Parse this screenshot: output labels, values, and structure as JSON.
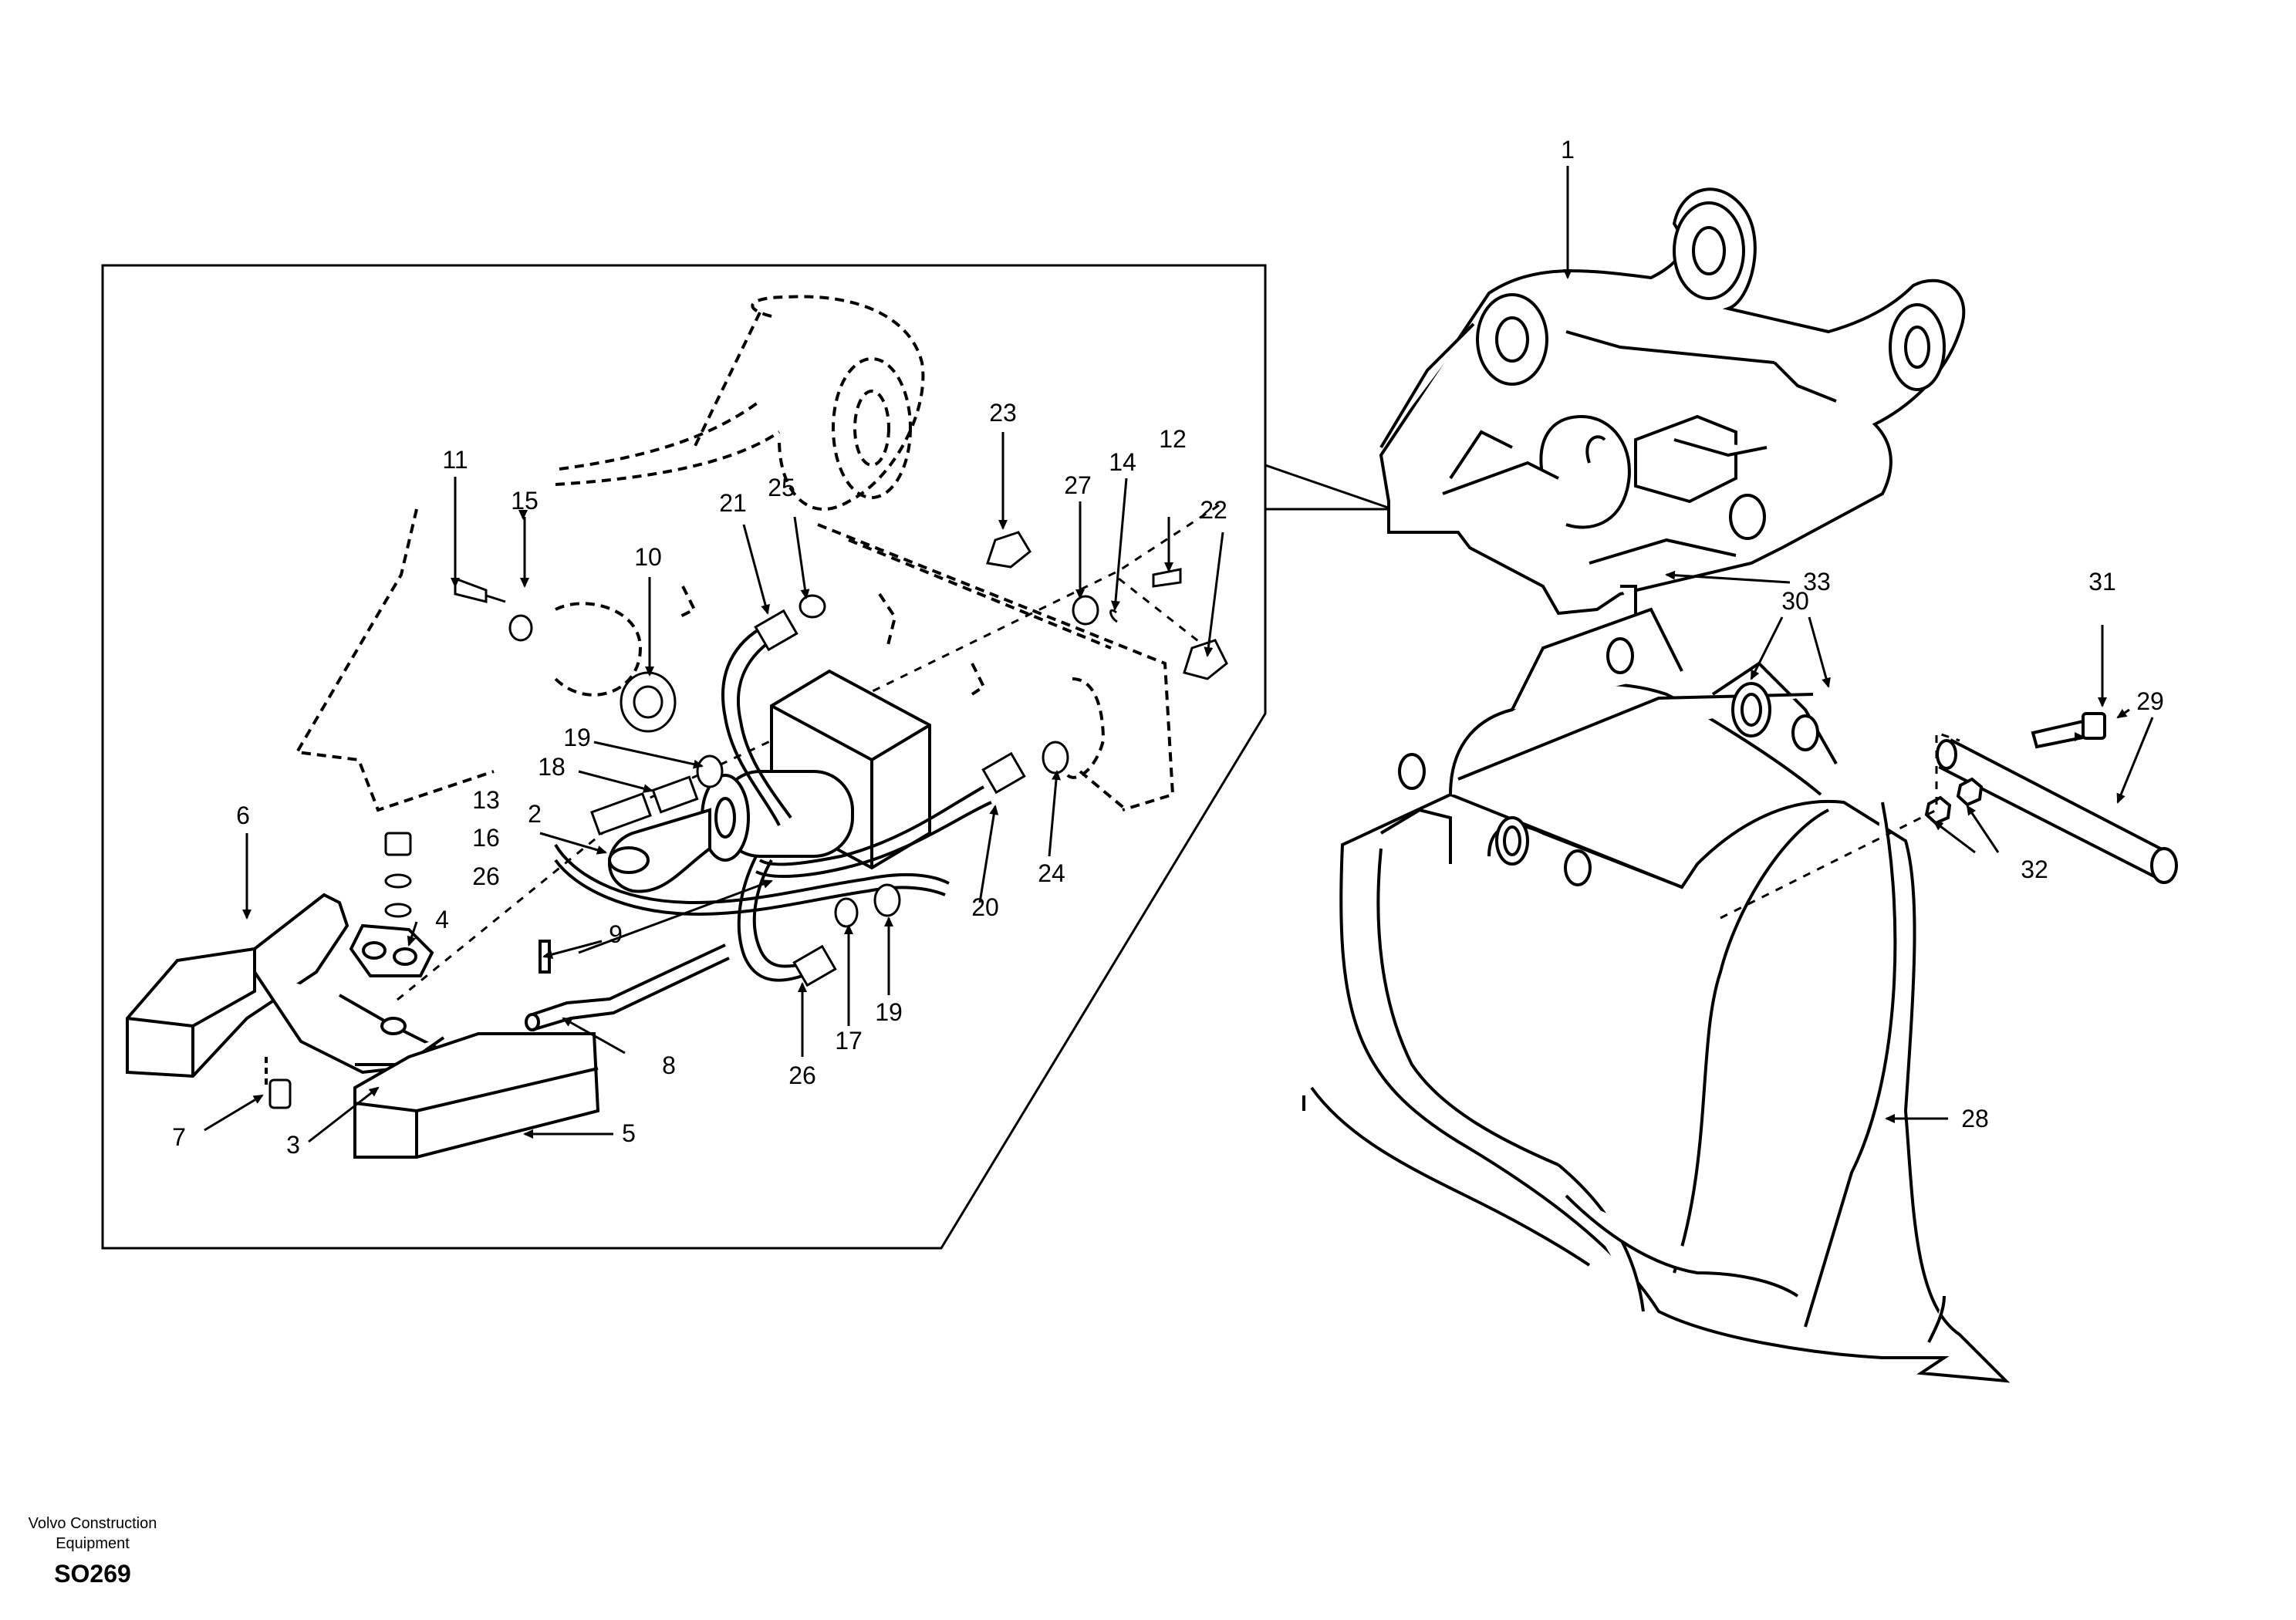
{
  "footer": {
    "manufacturer_line1": "Volvo Construction",
    "manufacturer_line2": "Equipment",
    "drawing_code": "SO269"
  },
  "callouts": {
    "c1": "1",
    "c2": "2",
    "c3": "3",
    "c4": "4",
    "c5": "5",
    "c6": "6",
    "c7": "7",
    "c8": "8",
    "c9": "9",
    "c10": "10",
    "c11": "11",
    "c12": "12",
    "c13": "13",
    "c14": "14",
    "c15": "15",
    "c16": "16",
    "c17": "17",
    "c18": "18",
    "c19a": "19",
    "c19b": "19",
    "c20": "20",
    "c21": "21",
    "c22": "22",
    "c23": "23",
    "c24": "24",
    "c25": "25",
    "c26a": "26",
    "c26b": "26",
    "c27": "27",
    "c28": "28",
    "c29": "29",
    "c30": "30",
    "c31": "31",
    "c32": "32",
    "c33": "33"
  },
  "colors": {
    "line": "#000000",
    "background": "#ffffff"
  }
}
